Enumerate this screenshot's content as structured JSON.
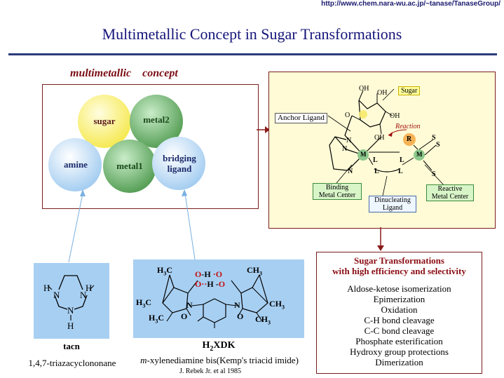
{
  "header": {
    "url": "http://www.chem.nara-wu.ac.jp/~tanase/TanaseGroup/",
    "title": "Multimetallic Concept in Sugar Transformations"
  },
  "concept": {
    "heading": "multimetallic concept",
    "circles": {
      "sugar": "sugar",
      "metal2": "metal2",
      "amine": "amine",
      "metal1": "metal1",
      "bridging_line1": "bridging",
      "bridging_line2": "ligand"
    },
    "colors": {
      "sugar": "#f8ee6a",
      "metal": "#6fb46f",
      "ligand": "#bfdcf5"
    }
  },
  "scheme": {
    "sugar_tag": "Sugar",
    "anchor_ligand": "Anchor Ligand",
    "reaction": "Reaction",
    "binding_line1": "Binding",
    "binding_line2": "Metal Center",
    "dinucleating_line1": "Dinucleating",
    "dinucleating_line2": "Ligand",
    "reactive_line1": "Reactive",
    "reactive_line2": "Metal Center",
    "atoms": {
      "oh": "OH",
      "o": "O",
      "r": "R",
      "s": "S",
      "m": "M",
      "n": "N",
      "l": "L"
    }
  },
  "tacn": {
    "name": "tacn",
    "fullname": "1,4,7-triazacyclononane",
    "atoms": {
      "h": "H",
      "n": "N"
    }
  },
  "h2xdk": {
    "name_main": "H",
    "name_sub": "2",
    "name_rest": "XDK",
    "fullname_italic": "m",
    "fullname_rest": "-xylenediamine bis(Kemp's triacid imide)",
    "reference": "J. Rebek Jr. et al 1985",
    "labels": {
      "h3c": "H",
      "ch3": "CH",
      "three": "3",
      "c": "C",
      "oh_top": "O",
      "h_top": "-H",
      "o_top_right": "O",
      "oh_bottom": "O",
      "h_bottom": "H",
      "o_bottom_right": "O",
      "o": "O",
      "n": "N",
      "dash_h": "-H -",
      "bond_h": "H -"
    }
  },
  "transformations": {
    "title_line1": "Sugar Transformations",
    "title_line2": "with high efficiency and selectivity",
    "items": [
      "Aldose-ketose isomerization",
      "Epimerization",
      "Oxidation",
      "C-H bond cleavage",
      "C-C bond cleavage",
      "Phosphate esterification",
      "Hydroxy group protections",
      "Dimerization"
    ]
  }
}
